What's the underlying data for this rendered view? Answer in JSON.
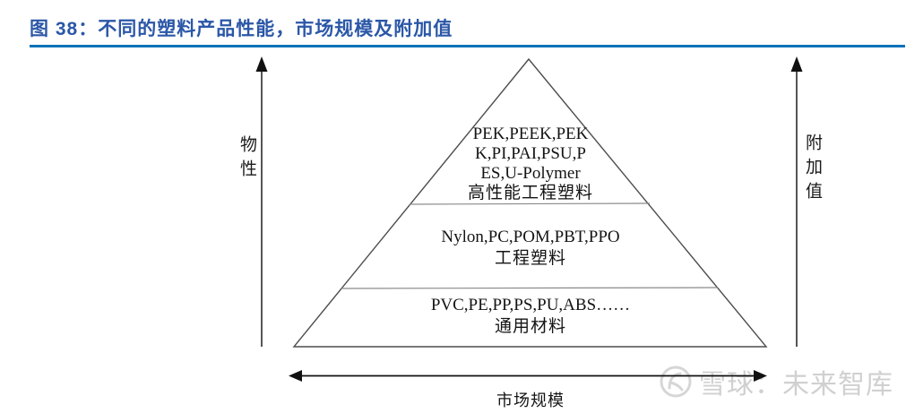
{
  "figure": {
    "title": "图 38：不同的塑料产品性能，市场规模及附加值"
  },
  "axes": {
    "left_label": "物性",
    "right_label": "附加值",
    "bottom_label": "市场规模"
  },
  "pyramid": {
    "tiers": [
      {
        "id": "high-performance-engineering-plastics",
        "lines": [
          "PEK,PEEK,PEK",
          "K,PI,PAI,PSU,P",
          "ES,U-Polymer"
        ],
        "label": "高性能工程塑料"
      },
      {
        "id": "engineering-plastics",
        "lines": [
          "Nylon,PC,POM,PBT,PPO"
        ],
        "label": "工程塑料"
      },
      {
        "id": "general-materials",
        "lines": [
          "PVC,PE,PP,PS,PU,ABS……"
        ],
        "label": "通用材料"
      }
    ]
  },
  "watermark": {
    "logo_icon": "xueqiu-logo",
    "text": "雪球：未来智库"
  },
  "colors": {
    "title_text": "#2b57a7",
    "title_rule": "#0b72b8",
    "diagram_lines": "#4d4d4d",
    "arrow": "#111111",
    "watermark": "#d0d0d0"
  }
}
